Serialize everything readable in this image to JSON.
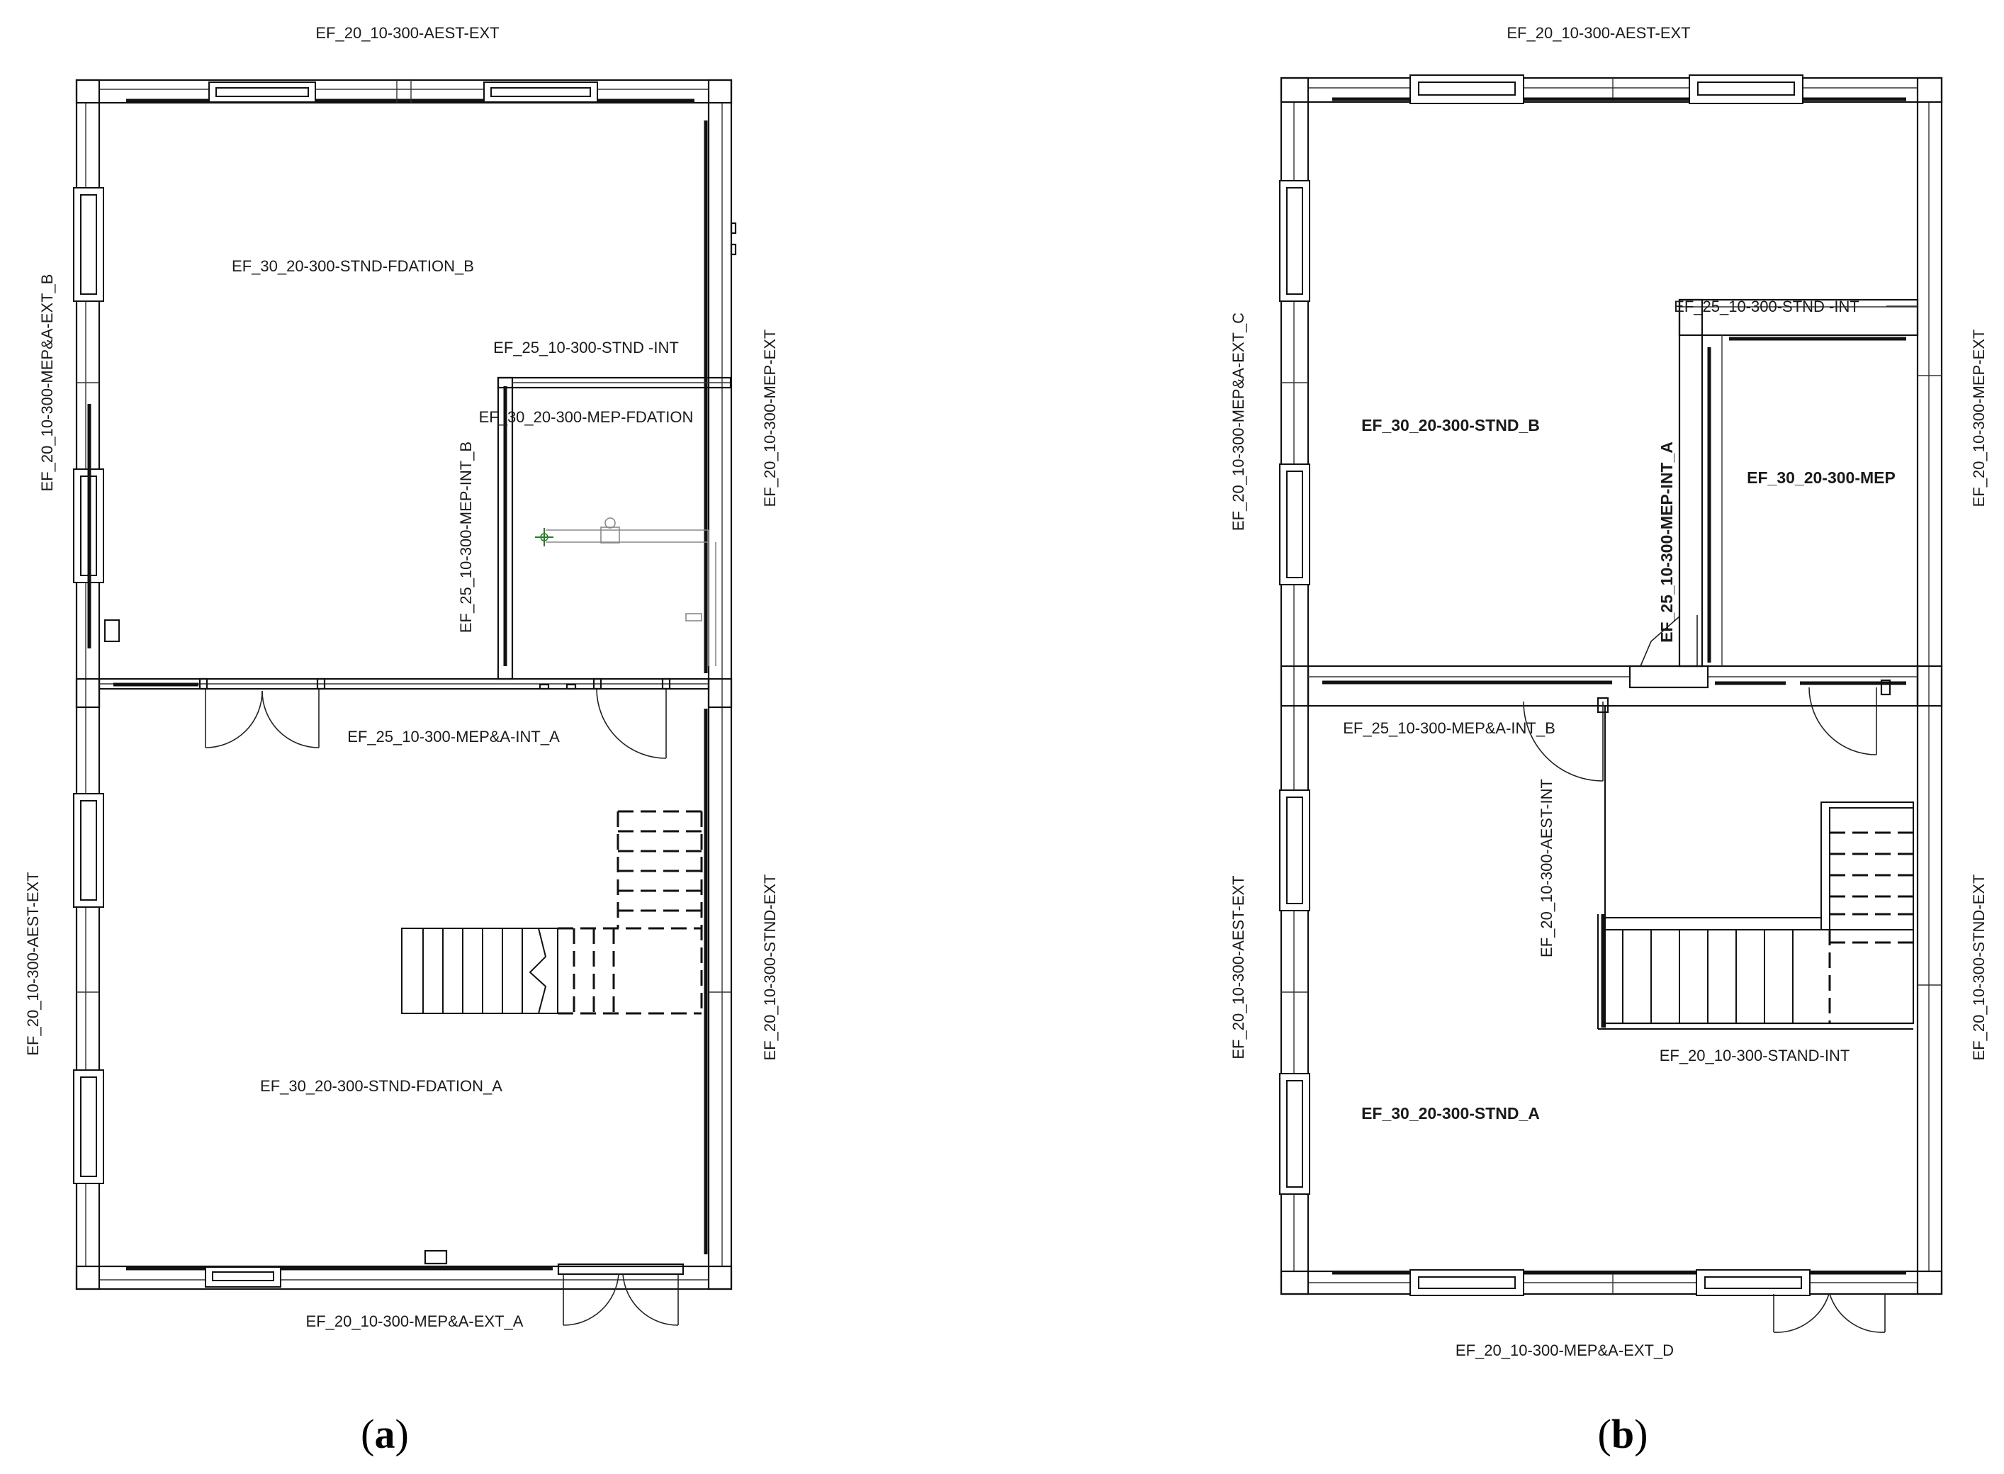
{
  "panels": [
    {
      "id": "a",
      "caption_letter": "a",
      "labels": {
        "top": "EF_20_10-300-AEST-EXT",
        "left_upper": "EF_20_10-300-MEP&A-EXT_B",
        "left_lower": "EF_20_10-300-AEST-EXT",
        "right_upper": "EF_20_10-300-MEP-EXT",
        "right_lower": "EF_20_10-300-STND-EXT",
        "bottom": "EF_20_10-300-MEP&A-EXT_A",
        "room_upper": "EF_30_20-300-STND-FDATION_B",
        "interior_wall_top": "EF_25_10-300-STND -INT",
        "room_mep": "EF_30_20-300-MEP-FDATION",
        "interior_wall_vertical": "EF_25_10-300-MEP-INT_B",
        "interior_wall_middle": "EF_25_10-300-MEP&A-INT_A",
        "room_lower": "EF_30_20-300-STND-FDATION_A"
      }
    },
    {
      "id": "b",
      "caption_letter": "b",
      "labels": {
        "top": "EF_20_10-300-AEST-EXT",
        "left_upper": "EF_20_10-300-MEP&A-EXT_C",
        "left_lower": "EF_20_10-300-AEST-EXT",
        "right_upper": "EF_20_10-300-MEP-EXT",
        "right_lower": "EF_20_10-300-STND-EXT",
        "bottom": "EF_20_10-300-MEP&A-EXT_D",
        "interior_wall_top": "EF_25_10-300-STND -INT",
        "room_upper": "EF_30_20-300-STND_B",
        "interior_wall_vertical": "EF_25_10-300-MEP-INT_A",
        "room_mep": "EF_30_20-300-MEP",
        "interior_wall_middle": "EF_25_10-300-MEP&A-INT_B",
        "stair_wall_vertical": "EF_20_10-300-AEST-INT",
        "stair_wall": "EF_20_10-300-STAND-INT",
        "room_lower": "EF_30_20-300-STND_A"
      }
    }
  ]
}
